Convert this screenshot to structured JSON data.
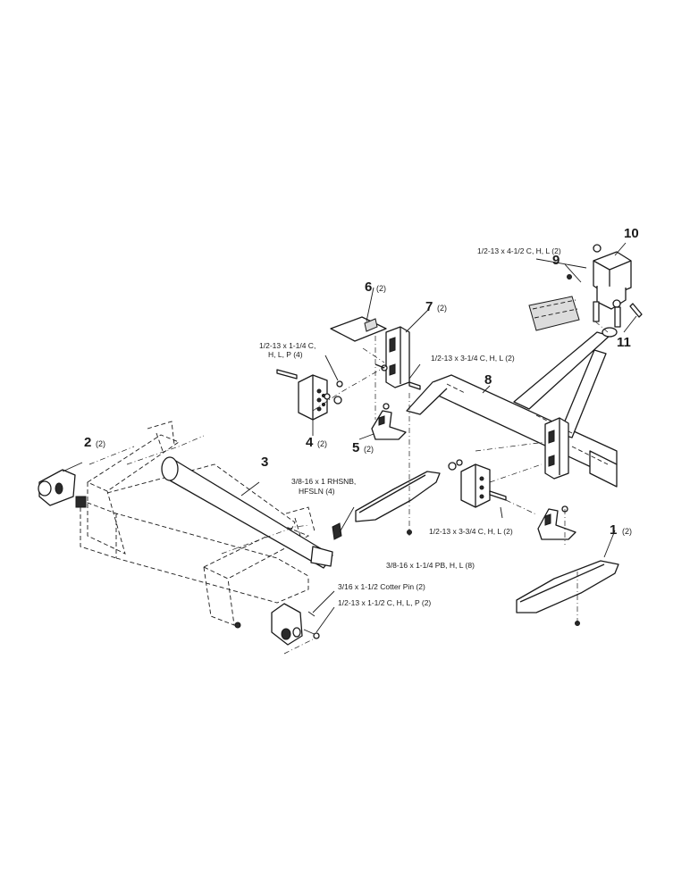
{
  "callouts": [
    {
      "id": "1",
      "qty": "(2)"
    },
    {
      "id": "2",
      "qty": "(2)"
    },
    {
      "id": "3",
      "qty": ""
    },
    {
      "id": "4",
      "qty": "(2)"
    },
    {
      "id": "5",
      "qty": "(2)"
    },
    {
      "id": "6",
      "qty": "(2)"
    },
    {
      "id": "7",
      "qty": "(2)"
    },
    {
      "id": "8",
      "qty": ""
    },
    {
      "id": "9",
      "qty": ""
    },
    {
      "id": "10",
      "qty": ""
    },
    {
      "id": "11",
      "qty": ""
    }
  ],
  "hardware": {
    "bolt_4_5": "1/2-13 x 4-1/2 C, H, L (2)",
    "bolt_1_25_line1": "1/2-13 x 1-1/4 C,",
    "bolt_1_25_line2": "H, L, P (4)",
    "bolt_3_25": "1/2-13 x 3-1/4 C, H, L (2)",
    "bolt_3_75": "1/2-13 x 3-3/4 C, H, L (2)",
    "carriage_bolt_line1": "3/8-16 x 1 RHSNB,",
    "carriage_bolt_line2": "HFSLN (4)",
    "plow_bolt": "3/8-16 x 1-1/4 PB, H, L (8)",
    "cotter_pin": "3/16 x 1-1/2 Cotter Pin (2)",
    "bolt_1_5": "1/2-13 x 1-1/2 C, H, L, P (2)"
  }
}
